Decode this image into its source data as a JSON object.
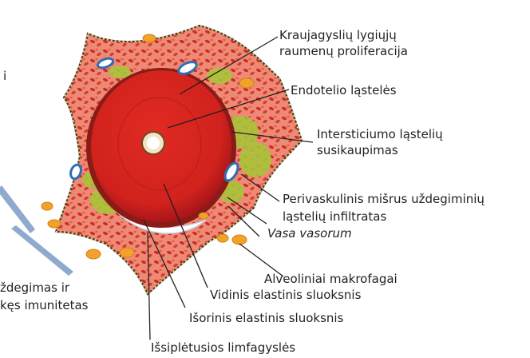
{
  "labels": {
    "smooth_muscle_line1": "Kraujagyslių lygiųjų",
    "smooth_muscle_line2": "raumenų proliferacija",
    "endothelium": "Endotelio ląstelės",
    "interstitial_line1": "Intersticiumo ląstelių",
    "interstitial_line2": "susikaupimas",
    "perivascular_line1": "Perivaskulinis mišrus uždegiminių",
    "perivascular_line2": "ląstelių infiltratas",
    "vasa_vasorum": "Vasa vasorum",
    "alveolar_macrophages": "Alveoliniai makrofagai",
    "inner_elastic": "Vidinis elastinis sluoksnis",
    "outer_elastic": "Išorinis elastinis sluoksnis",
    "lymphatics": "Išsiplėtusios limfagyslės",
    "left_fragment_top": "i",
    "left_fragment_line1": "ždegimas ir",
    "left_fragment_line2": "kęs imunitetas"
  },
  "colors": {
    "vessel_red": "#d6231f",
    "vessel_dark": "#b01a17",
    "tissue_pink": "#e8826f",
    "interstitial_green": "#a9c43a",
    "macrophage_orange": "#f2a12a",
    "lymph_blue": "#2f6db5",
    "arrow_blue": "#8fa9cf",
    "leader_line": "#231f20"
  }
}
